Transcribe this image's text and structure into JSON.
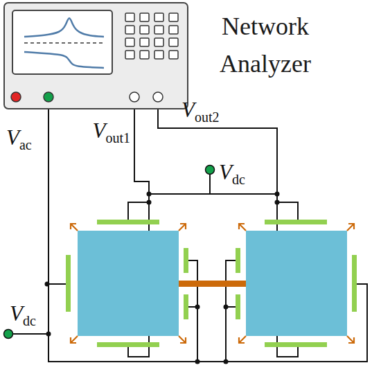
{
  "diagram": {
    "nodes": [
      {
        "text": [
          "Network Analyzer"
        ]
      }
    ],
    "labels": [
      "Vout2",
      "Vout1",
      "Vac",
      "Vdc",
      "Vdc"
    ]
  }
}
